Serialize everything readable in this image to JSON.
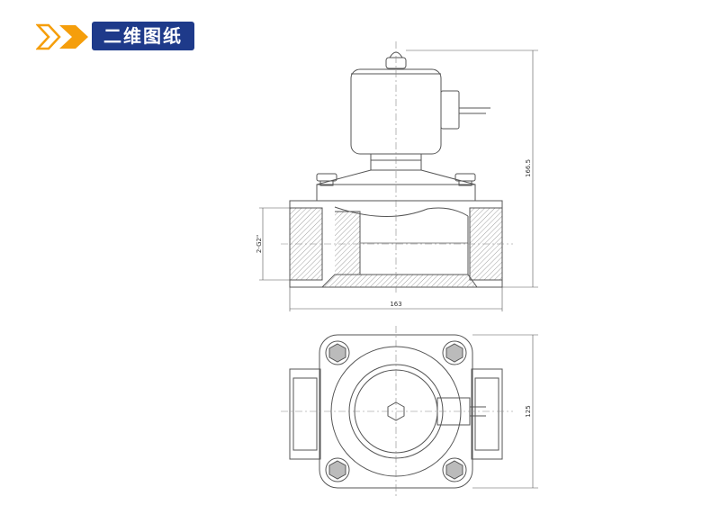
{
  "header": {
    "title": "二维图纸",
    "title_bg": "#1e3a8a",
    "chevron_color": "#f59e0b"
  },
  "drawing": {
    "line_color": "#555555",
    "center_line_color": "#888888",
    "dimensions": {
      "height": "166.5",
      "thread": "2-G2\"",
      "width": "163",
      "plan_height": "125"
    }
  }
}
